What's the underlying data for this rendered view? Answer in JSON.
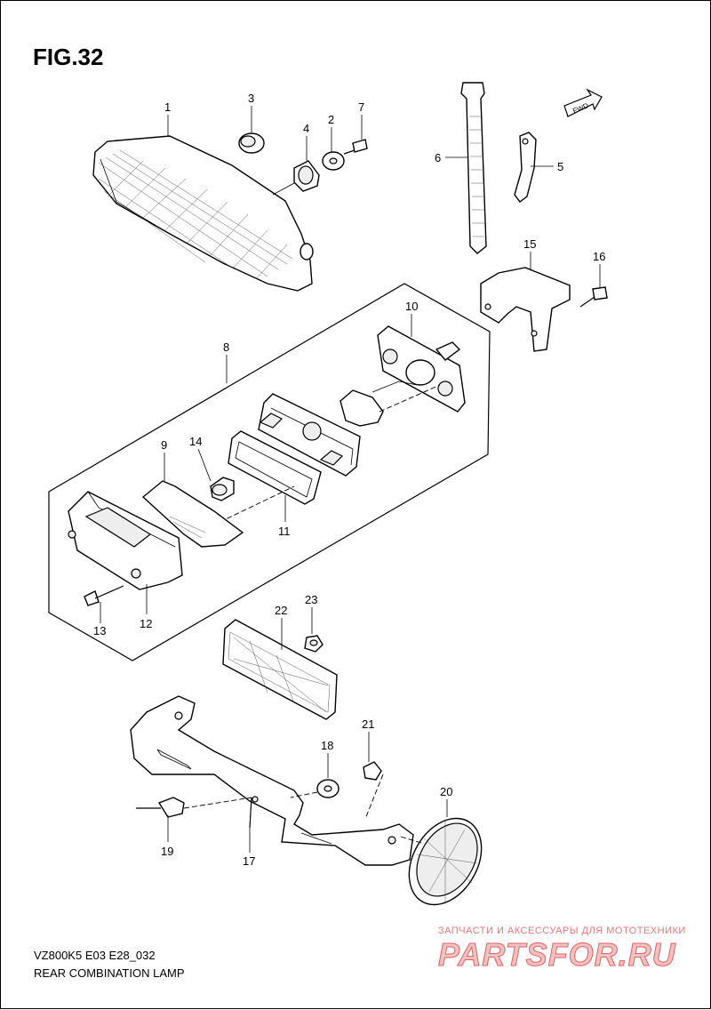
{
  "figure": {
    "title": "FIG.32",
    "model_code": "VZ800K5 E03 E28_032",
    "name": "REAR COMBINATION LAMP",
    "fwd_label": "FWD"
  },
  "callouts": [
    "1",
    "2",
    "3",
    "4",
    "5",
    "6",
    "7",
    "8",
    "9",
    "10",
    "11",
    "12",
    "13",
    "14",
    "15",
    "16",
    "17",
    "18",
    "19",
    "20",
    "21",
    "22",
    "23"
  ],
  "watermark": {
    "tagline": "ЗАПЧАСТИ И АКСЕССУАРЫ ДЛЯ МОТОТЕХНИКИ",
    "brand": "PARTSFOR.RU"
  }
}
